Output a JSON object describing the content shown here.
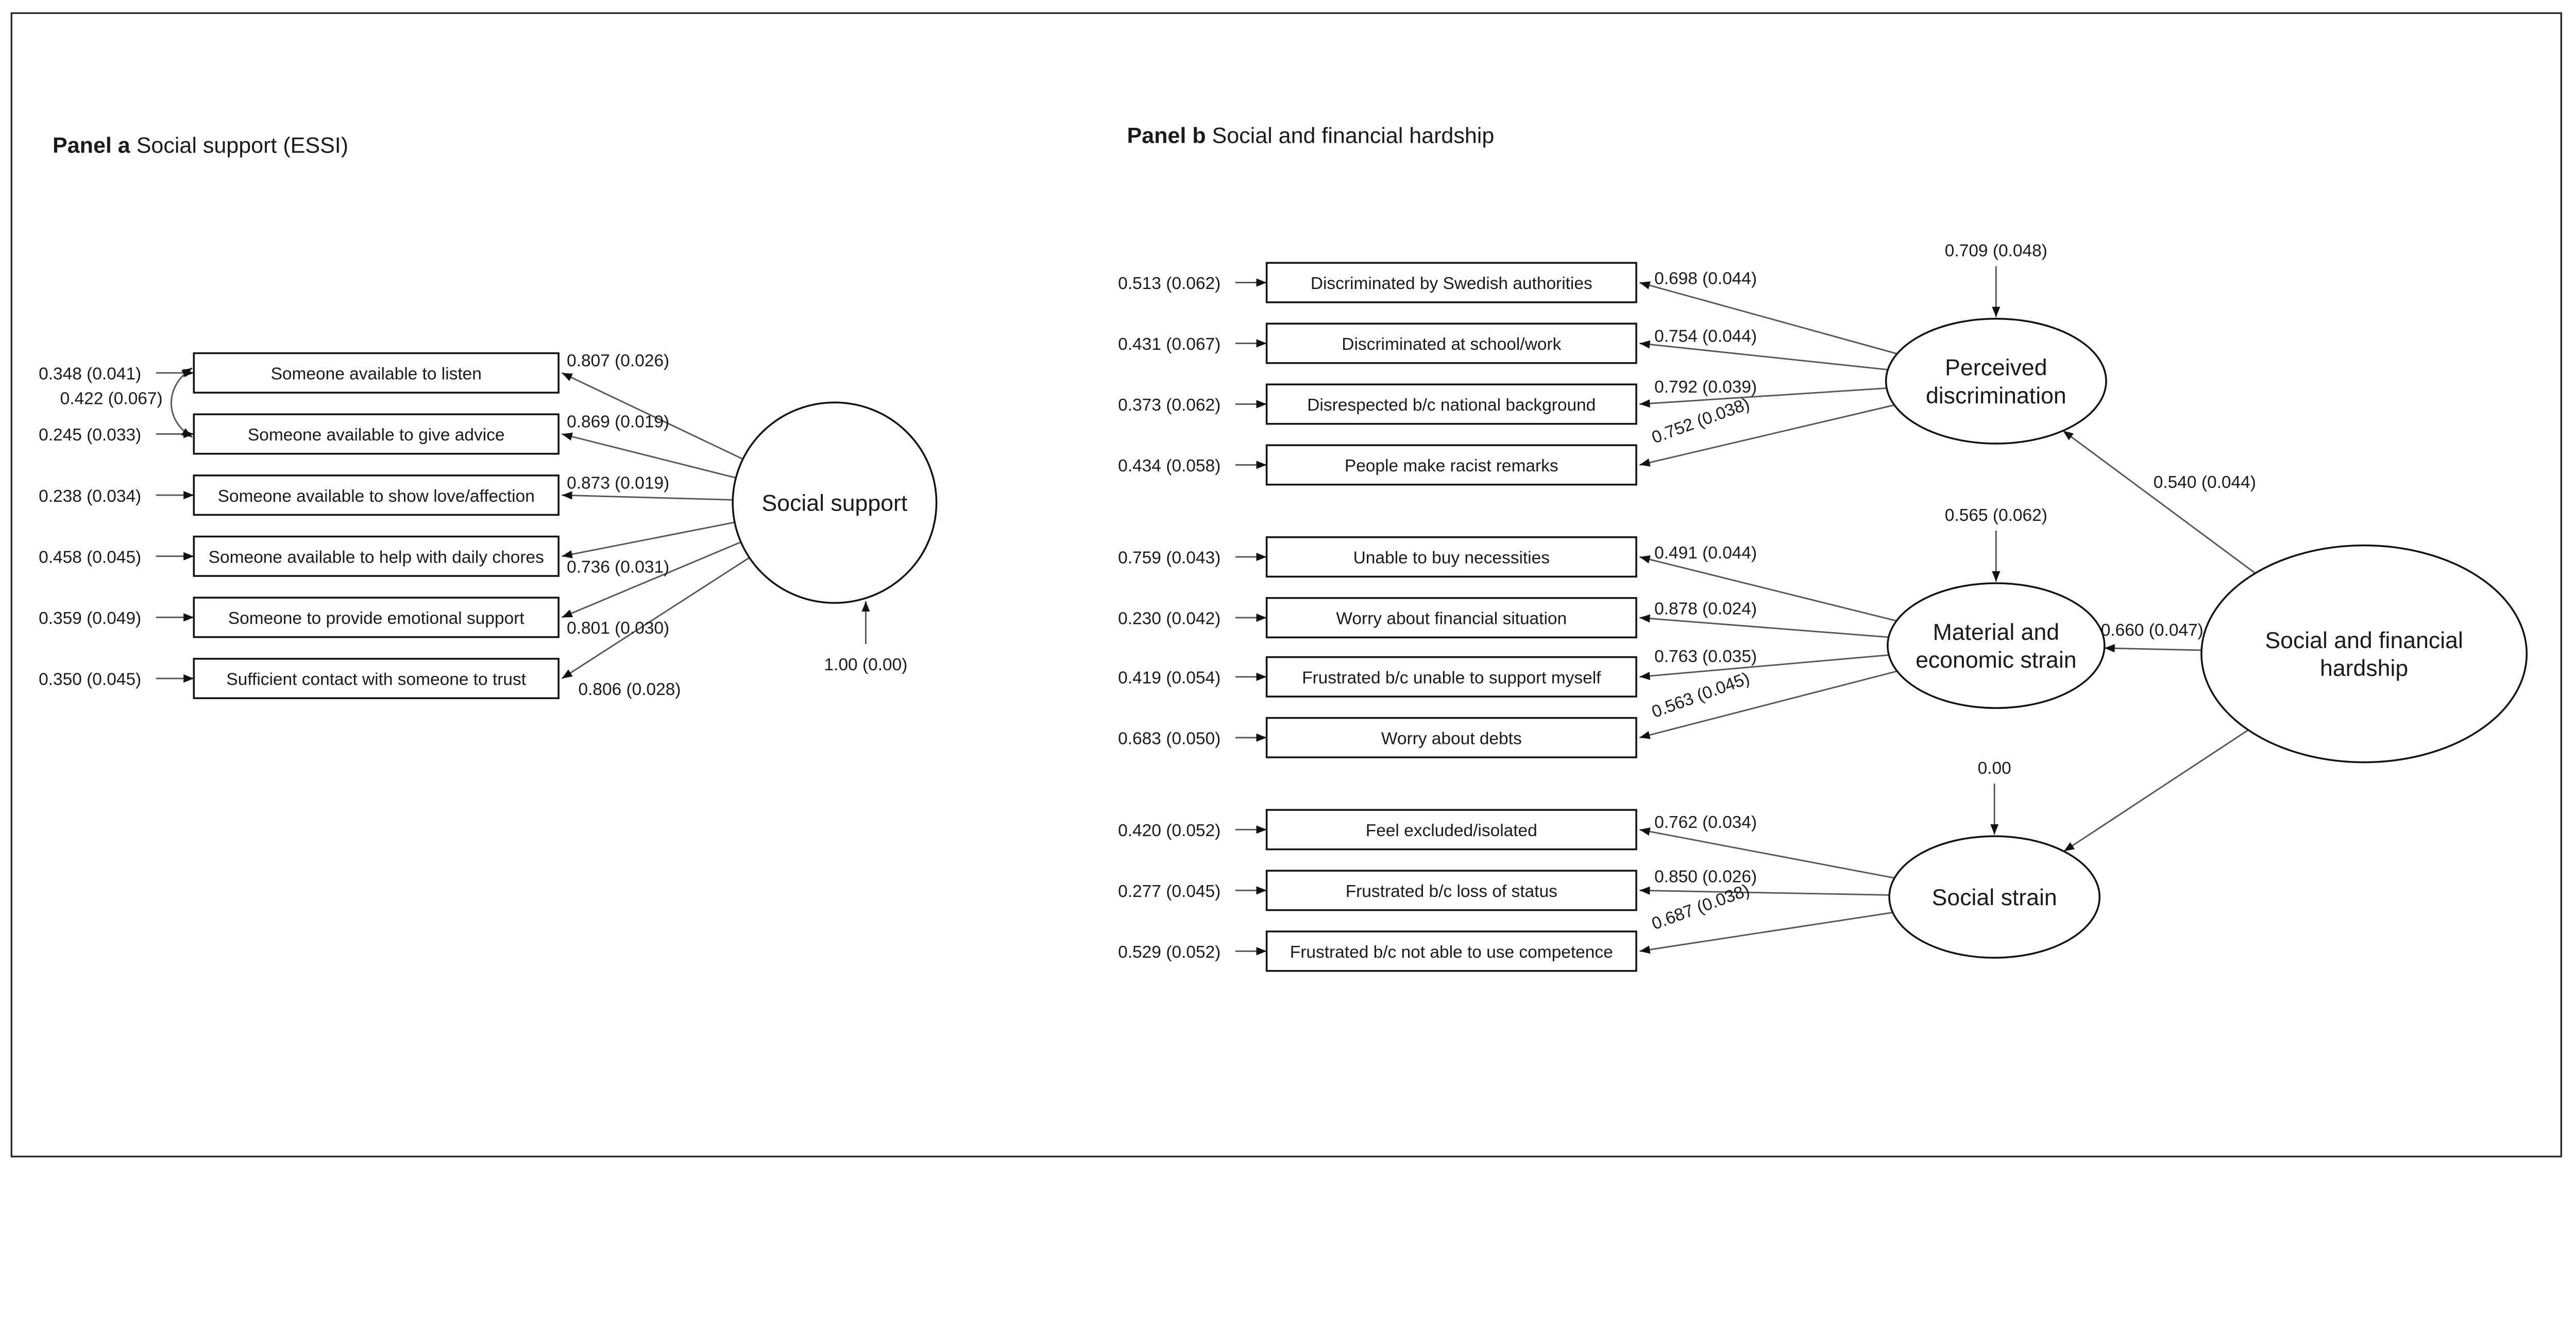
{
  "panel_a": {
    "title_bold": "Panel a",
    "title_rest": " Social support (ESSI)",
    "factor": {
      "label_lines": [
        "Social support"
      ],
      "variance": "1.00 (0.00)"
    },
    "items": [
      {
        "label": "Someone available to listen",
        "residual": "0.348 (0.041)",
        "loading": "0.807 (0.026)"
      },
      {
        "label": "Someone available to give advice",
        "residual": "0.245 (0.033)",
        "loading": "0.869 (0.019)"
      },
      {
        "label": "Someone available to show love/affection",
        "residual": "0.238 (0.034)",
        "loading": "0.873 (0.019)"
      },
      {
        "label": "Someone available to help with daily chores",
        "residual": "0.458 (0.045)",
        "loading": "0.736 (0.031)"
      },
      {
        "label": "Someone to provide emotional support",
        "residual": "0.359 (0.049)",
        "loading": "0.801 (0.030)"
      },
      {
        "label": "Sufficient contact with someone to trust",
        "residual": "0.350 (0.045)",
        "loading": "0.806 (0.028)"
      }
    ],
    "correlation": {
      "between": [
        0,
        1
      ],
      "value": "0.422 (0.067)"
    }
  },
  "panel_b": {
    "title_bold": "Panel b",
    "title_rest": " Social and financial hardship",
    "higher_factor": {
      "label_lines": [
        "Social and financial",
        "hardship"
      ]
    },
    "factors": [
      {
        "label_lines": [
          "Perceived",
          "discrimination"
        ],
        "variance": "0.709 (0.048)",
        "structural_loading": "0.540 (0.044)",
        "items": [
          {
            "label": "Discriminated by Swedish authorities",
            "residual": "0.513 (0.062)",
            "loading": "0.698 (0.044)"
          },
          {
            "label": "Discriminated at school/work",
            "residual": "0.431 (0.067)",
            "loading": "0.754 (0.044)"
          },
          {
            "label": "Disrespected b/c national background",
            "residual": "0.373 (0.062)",
            "loading": "0.792 (0.039)"
          },
          {
            "label": "People make racist remarks",
            "residual": "0.434 (0.058)",
            "loading": "0.752 (0.038)"
          }
        ]
      },
      {
        "label_lines": [
          "Material and",
          "economic strain"
        ],
        "variance": "0.565 (0.062)",
        "structural_loading": "0.660 (0.047)",
        "items": [
          {
            "label": "Unable to buy necessities",
            "residual": "0.759 (0.043)",
            "loading": "0.491 (0.044)"
          },
          {
            "label": "Worry about financial situation",
            "residual": "0.230 (0.042)",
            "loading": "0.878 (0.024)"
          },
          {
            "label": "Frustrated b/c unable to support myself",
            "residual": "0.419 (0.054)",
            "loading": "0.763 (0.035)"
          },
          {
            "label": "Worry about debts",
            "residual": "0.683 (0.050)",
            "loading": "0.563 (0.045)"
          }
        ]
      },
      {
        "label_lines": [
          "Social strain"
        ],
        "variance": "0.00",
        "structural_loading": "",
        "items": [
          {
            "label": "Feel excluded/isolated",
            "residual": "0.420 (0.052)",
            "loading": "0.762 (0.034)"
          },
          {
            "label": "Frustrated b/c loss of status",
            "residual": "0.277 (0.045)",
            "loading": "0.850 (0.026)"
          },
          {
            "label": "Frustrated b/c not able to use competence",
            "residual": "0.529 (0.052)",
            "loading": "0.687 (0.038)"
          }
        ]
      }
    ]
  }
}
